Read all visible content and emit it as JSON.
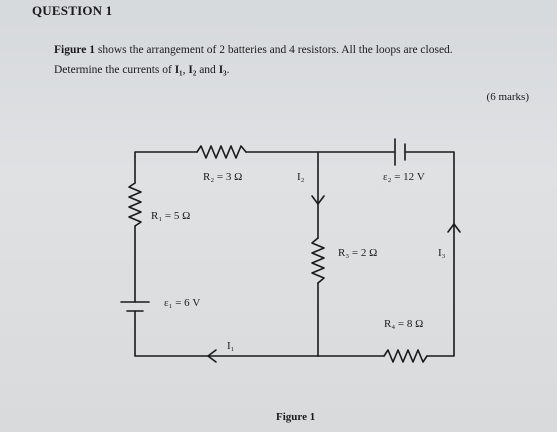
{
  "heading": "QUESTION 1",
  "question": {
    "fig_ref": "Figure 1",
    "line1_rest": " shows the arrangement of 2 batteries and 4 resistors. All the loops are closed.",
    "line2_prefix": "Determine the currents of ",
    "i1": "I₁",
    "sep1": ", ",
    "i2": "I₂",
    "sep2": " and ",
    "i3": "I₃",
    "end": "."
  },
  "marks": "(6 marks)",
  "circuit": {
    "r1": "R₁ = 5 Ω",
    "r2": "R₂ = 3 Ω",
    "r3": "R₃ = 2 Ω",
    "r4": "R₄ = 8 Ω",
    "e1": "ε₁ = 6 V",
    "e2": "ε₂ = 12 V",
    "i1": "I₁",
    "i2": "I₂",
    "i3": "I₃"
  },
  "caption": "Figure 1"
}
